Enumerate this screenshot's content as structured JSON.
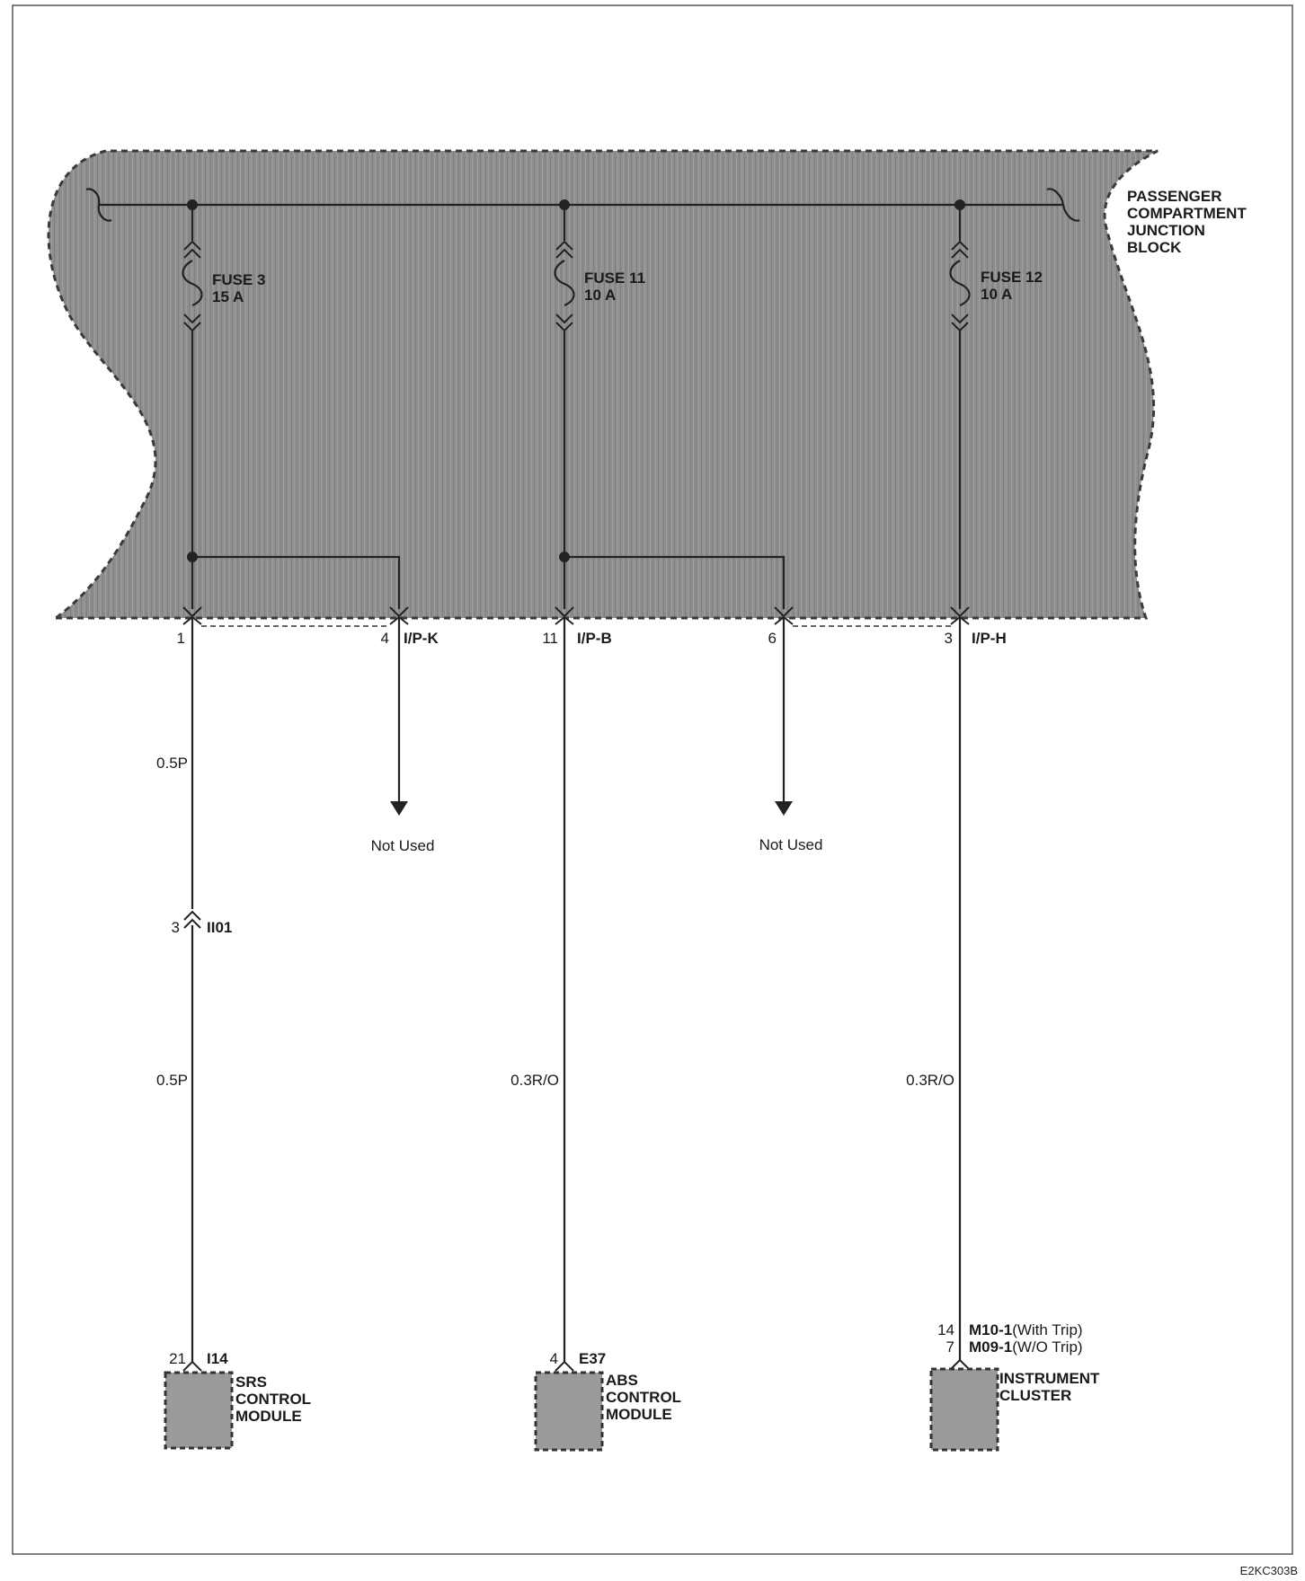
{
  "junction_block": {
    "label_lines": [
      "PASSENGER",
      "COMPARTMENT",
      "JUNCTION",
      "BLOCK"
    ]
  },
  "fuses": [
    {
      "name": "FUSE 3",
      "rating": "15 A"
    },
    {
      "name": "FUSE 11",
      "rating": "10 A"
    },
    {
      "name": "FUSE 12",
      "rating": "10 A"
    }
  ],
  "pins": {
    "p1": "1",
    "p4": "4",
    "p11": "11",
    "p6": "6",
    "p3": "3"
  },
  "connectors": {
    "ipk": "I/P-K",
    "ipb": "I/P-B",
    "iph": "I/P-H"
  },
  "not_used": [
    "Not Used",
    "Not Used"
  ],
  "wires": {
    "w1_top": "0.5P",
    "w1_bottom": "0.5P",
    "w2": "0.3R/O",
    "w3": "0.3R/O"
  },
  "inline_connector": {
    "pin": "3",
    "name": "II01"
  },
  "modules": [
    {
      "pin": "21",
      "connector": "I14",
      "label_lines": [
        "SRS",
        "CONTROL",
        "MODULE"
      ]
    },
    {
      "pin": "4",
      "connector": "E37",
      "label_lines": [
        "ABS",
        "CONTROL",
        "MODULE"
      ]
    },
    {
      "pin_a": "14",
      "connector_a": "M10-1",
      "note_a": "(With Trip)",
      "pin_b": "7",
      "connector_b": "M09-1",
      "note_b": "(W/O Trip)",
      "label_lines": [
        "INSTRUMENT",
        "CLUSTER"
      ]
    }
  ],
  "diagram_code": "E2KC303B",
  "colors": {
    "block_fill": "#8e8e8e",
    "block_edge": "#444444",
    "module_fill": "#9a9a9a",
    "line": "#222222"
  }
}
